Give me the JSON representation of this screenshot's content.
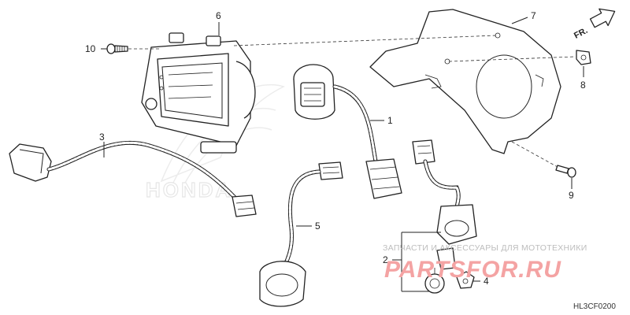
{
  "diagram": {
    "code": "HL3CF0200",
    "direction_label": "FR.",
    "watermark": {
      "text": "ЗАПЧАСТИ И АКСЕССУАРЫ ДЛЯ МОТОТЕХНИКИ",
      "site": "PARTSFOR.RU"
    },
    "logo_text": "HONDA",
    "callouts": [
      {
        "id": "1",
        "label": "1"
      },
      {
        "id": "2",
        "label": "2"
      },
      {
        "id": "3",
        "label": "3"
      },
      {
        "id": "4",
        "label": "4"
      },
      {
        "id": "5",
        "label": "5"
      },
      {
        "id": "6",
        "label": "6"
      },
      {
        "id": "7",
        "label": "7"
      },
      {
        "id": "8",
        "label": "8"
      },
      {
        "id": "9",
        "label": "9"
      },
      {
        "id": "10",
        "label": "10"
      }
    ]
  }
}
